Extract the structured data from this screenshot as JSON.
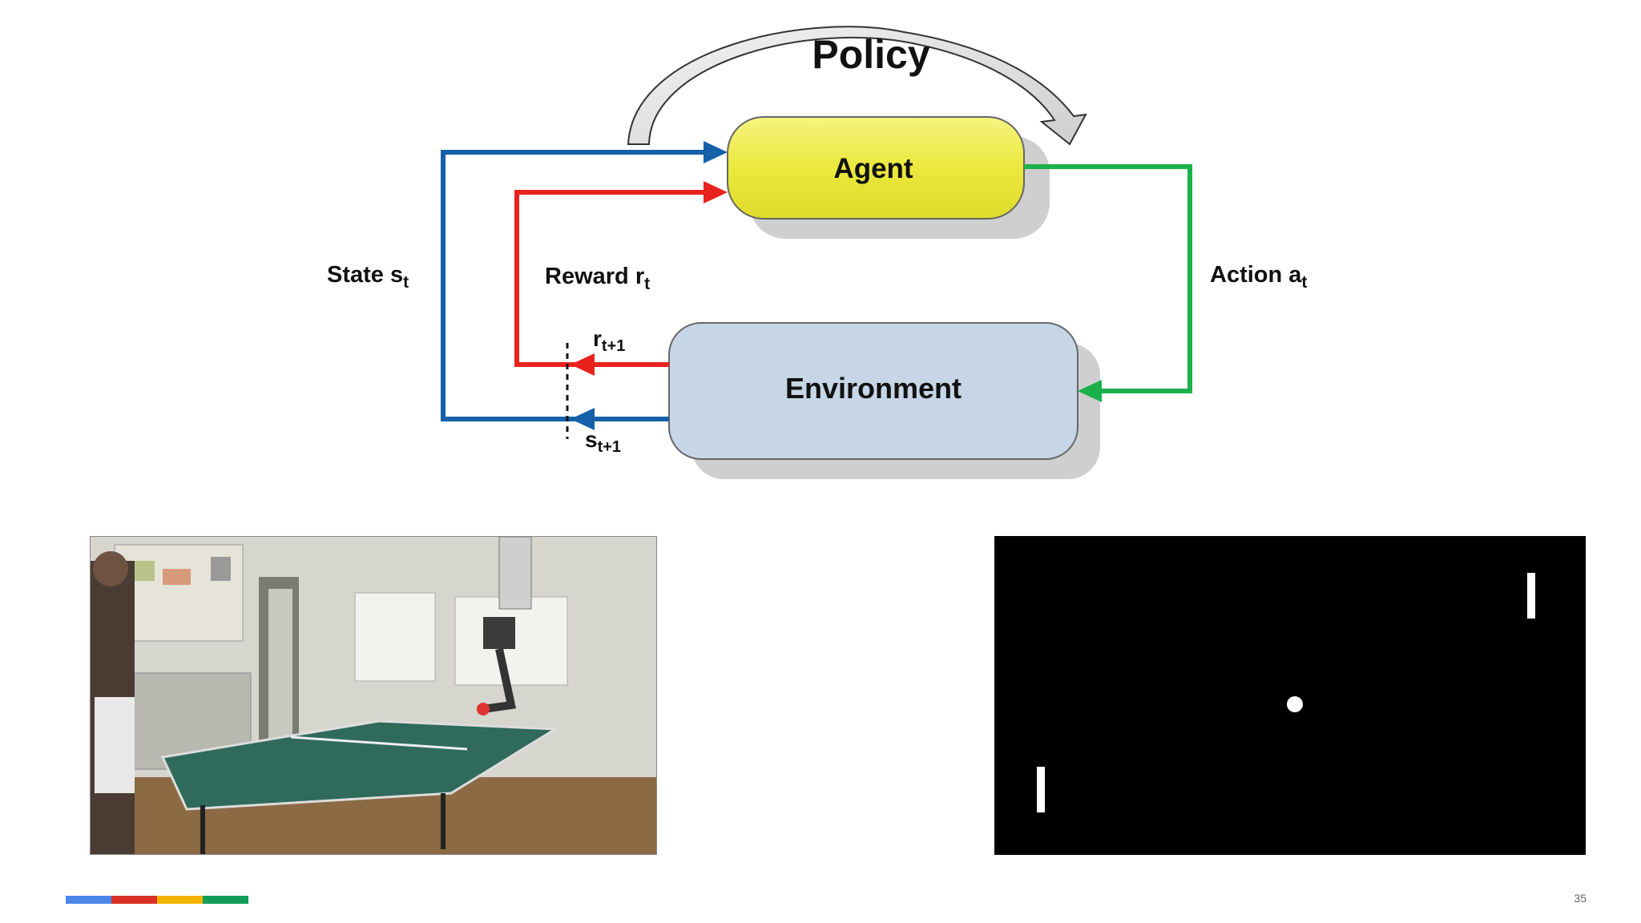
{
  "diagram": {
    "policy_label": "Policy",
    "agent_label": "Agent",
    "environment_label": "Environment",
    "state": {
      "label": "State s",
      "sub": "t"
    },
    "reward": {
      "label": "Reward r",
      "sub": "t"
    },
    "action": {
      "label": "Action a",
      "sub": "t"
    },
    "next_reward": {
      "label": "r",
      "sub": "t+1"
    },
    "next_state": {
      "label": "s",
      "sub": "t+1"
    },
    "colors": {
      "state_arrow": "#1560a8",
      "reward_arrow": "#e8231e",
      "action_arrow": "#1ab04a",
      "agent_box": "#ebe83e",
      "environment_box": "#c6d6e6"
    }
  },
  "pong": {
    "background": "#000000",
    "foreground": "#ffffff"
  },
  "footer": {
    "page_number": "35",
    "brand_colors": [
      "#4a86e8",
      "#d93025",
      "#f4b400",
      "#0f9d58"
    ]
  }
}
